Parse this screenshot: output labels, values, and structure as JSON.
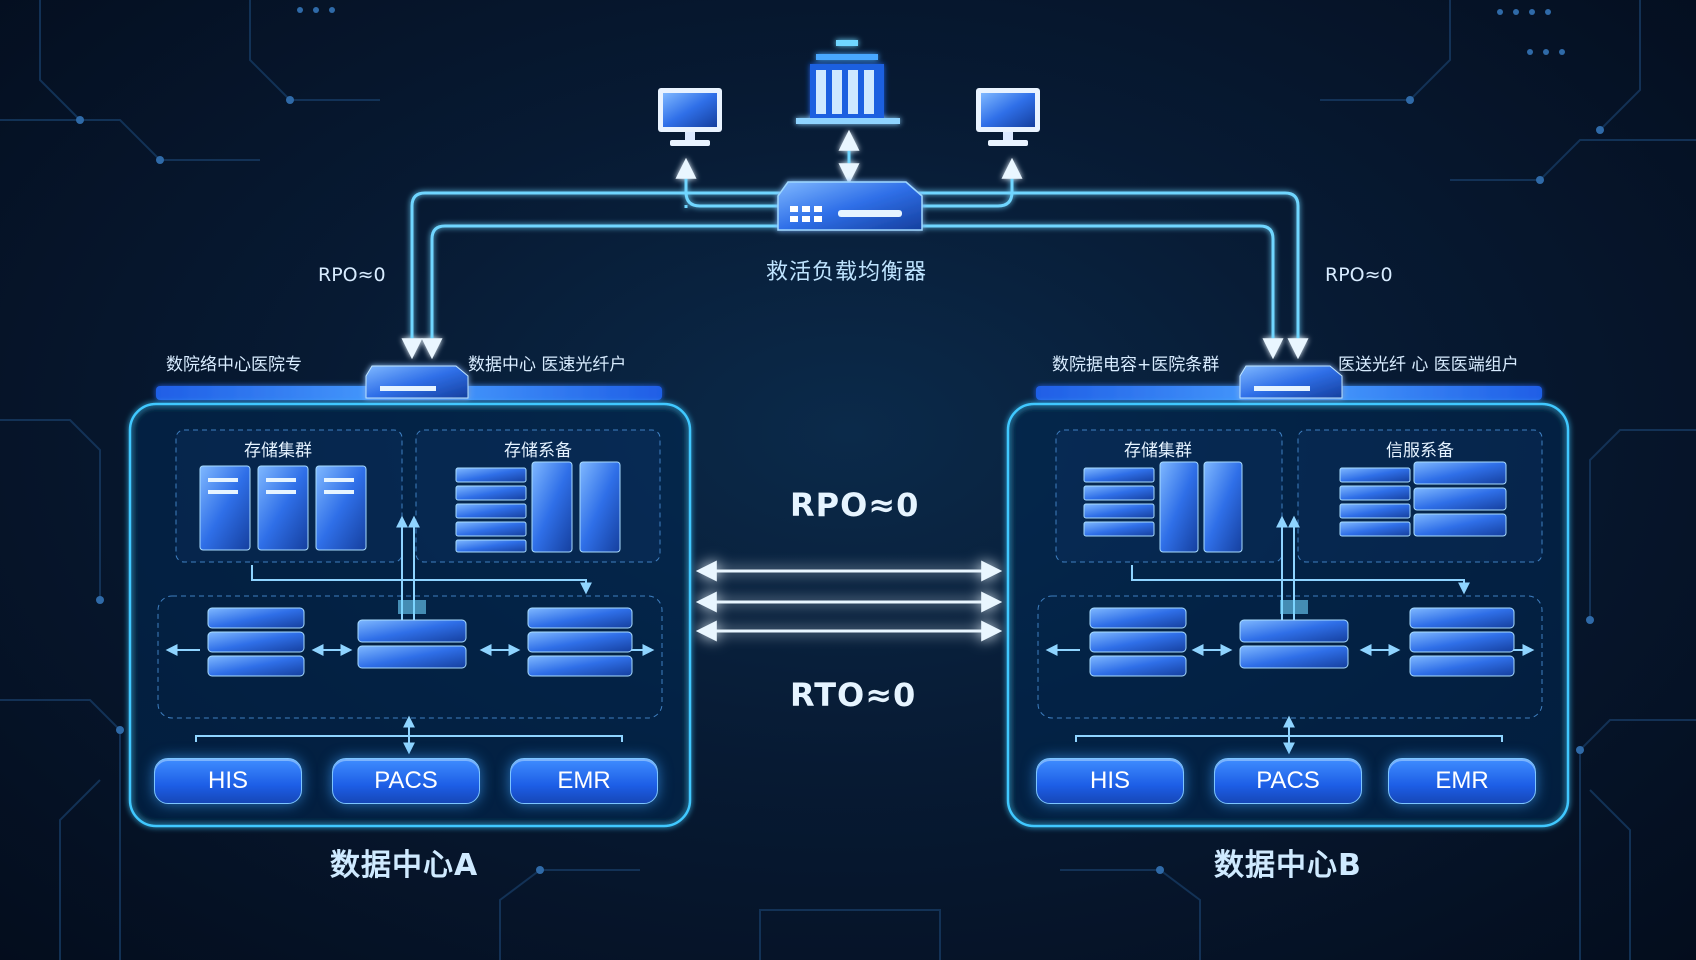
{
  "links": {
    "rpo_left": "RPO≈0",
    "rpo_right": "RPO≈0"
  },
  "load_balancer": {
    "label": "救活负载均衡器"
  },
  "center": {
    "rpo": "RPO≈0",
    "rto": "RTO≈0"
  },
  "datacenter_a": {
    "title": "数据中心A",
    "left_link_label": "数院络中心医院专",
    "right_link_label": "数据中心 医速光纤户",
    "cluster_left": "存储集群",
    "cluster_right": "存储系备",
    "systems": [
      "HIS",
      "PACS",
      "EMR"
    ]
  },
  "datacenter_b": {
    "title": "数据中心B",
    "left_link_label": "数院据电容+医院条群",
    "right_link_label": "医送光纤 心 医医端组户",
    "cluster_left": "存储集群",
    "cluster_right": "信服系备",
    "systems": [
      "HIS",
      "PACS",
      "EMR"
    ]
  },
  "colors": {
    "accent": "#39b6ff",
    "glow": "#6fd6ff",
    "frame": "#3fc8ff"
  }
}
